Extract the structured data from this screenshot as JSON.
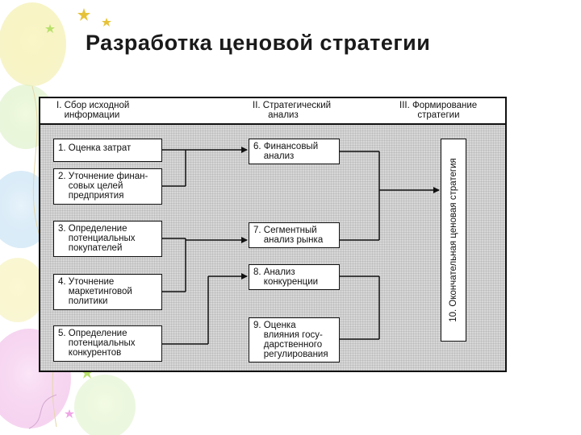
{
  "title": "Разработка ценовой стратегии",
  "columns": {
    "c1": "I. Сбор исходной\n   информации",
    "c2": "II. Стратегический\n      анализ",
    "c3": "III. Формирование\n       стратегии"
  },
  "boxes": {
    "b1": "1. Оценка затрат",
    "b2": "2. Уточнение финан-\n    совых целей\n    предприятия",
    "b3": "3. Определение\n    потенциальных\n    покупателей",
    "b4": "4. Уточнение\n    маркетинговой\n    политики",
    "b5": "5. Определение\n    потенциальных\n    конкурентов",
    "b6": "6. Финансовый\n    анализ",
    "b7": "7. Сегментный\n    анализ рынка",
    "b8": "8. Анализ\n    конкуренции",
    "b9": "9. Оценка\n    влияния госу-\n    дарственного\n    регулирования",
    "b10": "10. Окончательная ценовая стратегия"
  },
  "colors": {
    "frame_fill": "#d7d7d7",
    "line": "#111111"
  }
}
